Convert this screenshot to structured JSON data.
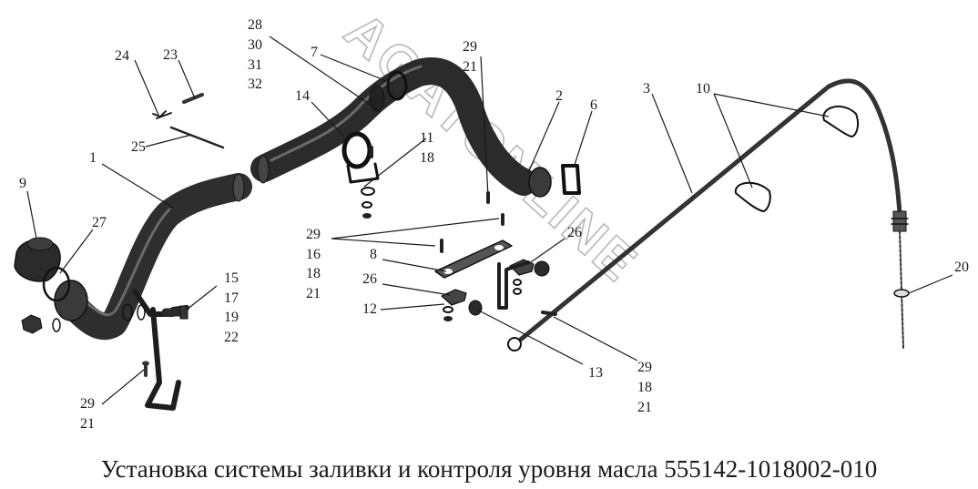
{
  "diagram": {
    "caption": "Установка системы заливки и контроля уровня масла 555142-1018002-010",
    "watermark": "AGATONLINE",
    "colors": {
      "part": "#3c3c3c",
      "outline": "#111111",
      "leader": "#1a1a1a",
      "watermark": "#b8b8b8"
    },
    "callouts": {
      "c1": "1",
      "c2": "2",
      "c3": "3",
      "c6": "6",
      "c7": "7",
      "c8": "8",
      "c9": "9",
      "c10": "10",
      "c11": "11",
      "c12": "12",
      "c13": "13",
      "c14": "14",
      "c15": "15",
      "c16": "16",
      "c17": "17",
      "c18a": "18",
      "c18b": "18",
      "c18c": "18",
      "c19": "19",
      "c20": "20",
      "c21a": "21",
      "c21b": "21",
      "c21c": "21",
      "c21d": "21",
      "c22": "22",
      "c23": "23",
      "c24": "24",
      "c25": "25",
      "c26a": "26",
      "c26b": "26",
      "c27": "27",
      "c28": "28",
      "c29a": "29",
      "c29b": "29",
      "c29c": "29",
      "c29d": "29",
      "c30": "30",
      "c31": "31",
      "c32": "32"
    }
  }
}
